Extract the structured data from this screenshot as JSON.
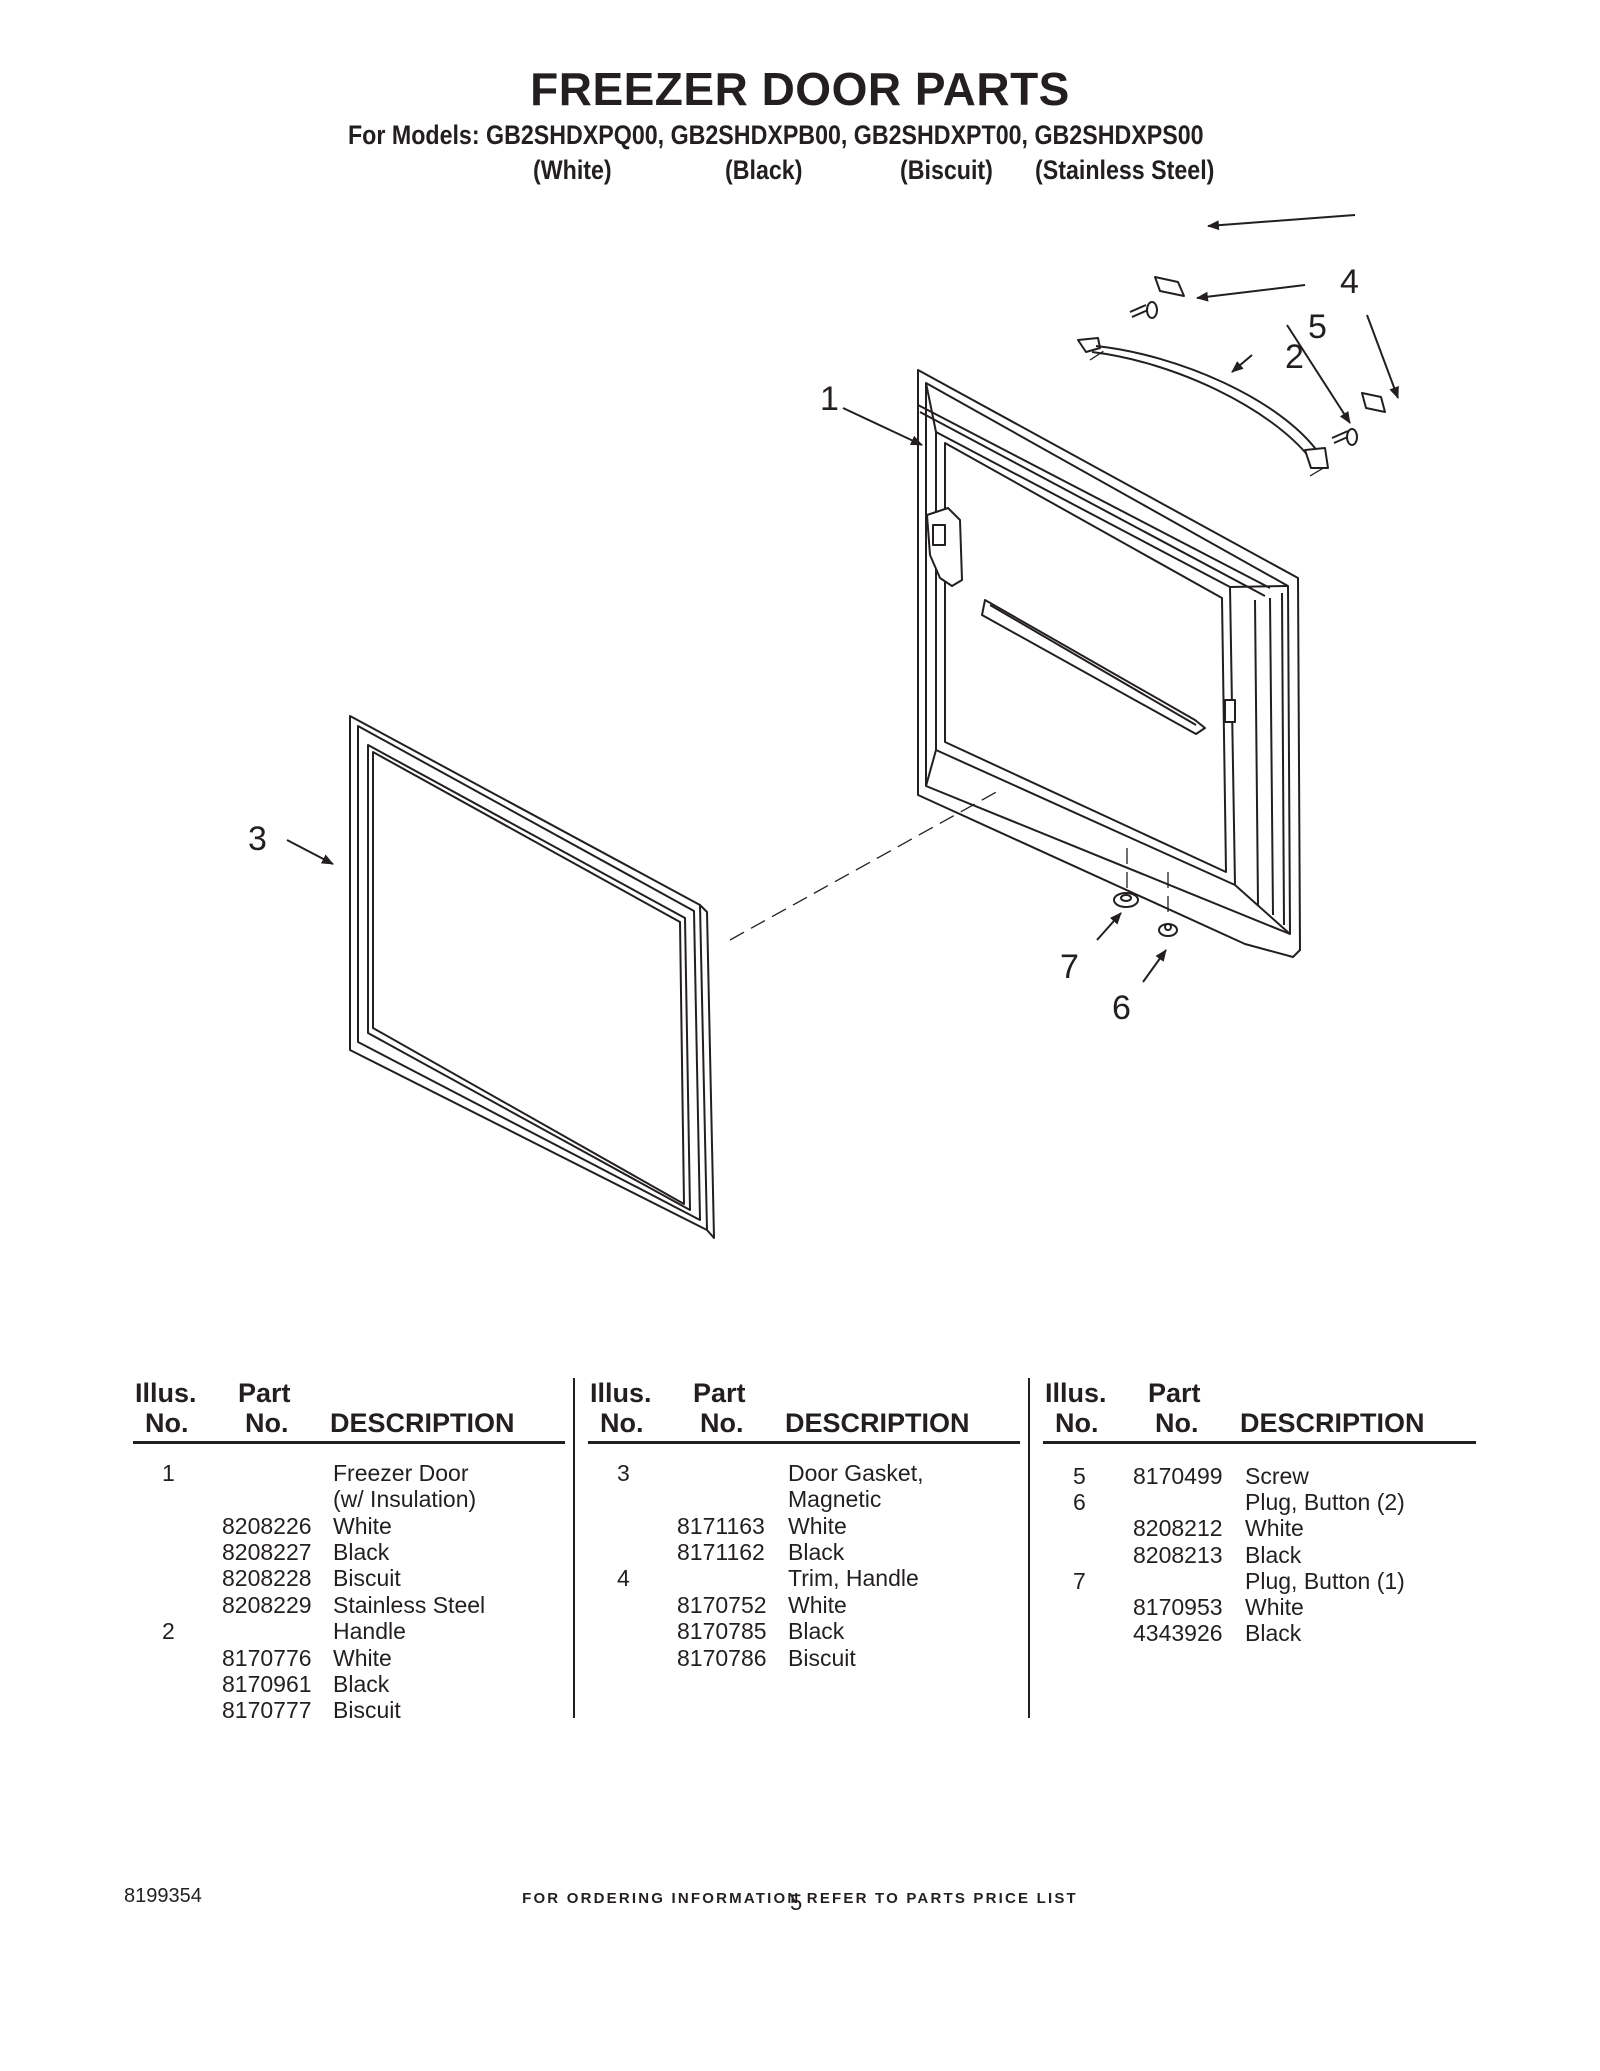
{
  "header": {
    "title": "FREEZER DOOR PARTS",
    "models_line": "For Models: GB2SHDXPQ00, GB2SHDXPB00, GB2SHDXPT00, GB2SHDXPS00",
    "finishes": [
      "(White)",
      "(Black)",
      "(Biscuit)",
      "(Stainless Steel)"
    ]
  },
  "diagram": {
    "callouts": [
      "1",
      "2",
      "3",
      "4",
      "5",
      "6",
      "7"
    ]
  },
  "parts_table": {
    "headers": {
      "illus_top": "Illus.",
      "illus_bottom": "No.",
      "part_top": "Part",
      "part_bottom": "No.",
      "description": "DESCRIPTION"
    },
    "columns": [
      {
        "rows": [
          {
            "illus": "1",
            "part": "",
            "description": "Freezer Door"
          },
          {
            "illus": "",
            "part": "",
            "description": "(w/ Insulation)"
          },
          {
            "illus": "",
            "part": "8208226",
            "description": "White"
          },
          {
            "illus": "",
            "part": "8208227",
            "description": "Black"
          },
          {
            "illus": "",
            "part": "8208228",
            "description": "Biscuit"
          },
          {
            "illus": "",
            "part": "8208229",
            "description": "Stainless Steel"
          },
          {
            "illus": "2",
            "part": "",
            "description": "Handle"
          },
          {
            "illus": "",
            "part": "8170776",
            "description": "White"
          },
          {
            "illus": "",
            "part": "8170961",
            "description": "Black"
          },
          {
            "illus": "",
            "part": "8170777",
            "description": "Biscuit"
          }
        ]
      },
      {
        "rows": [
          {
            "illus": "3",
            "part": "",
            "description": "Door Gasket,"
          },
          {
            "illus": "",
            "part": "",
            "description": "Magnetic"
          },
          {
            "illus": "",
            "part": "8171163",
            "description": "White"
          },
          {
            "illus": "",
            "part": "8171162",
            "description": "Black"
          },
          {
            "illus": "4",
            "part": "",
            "description": "Trim, Handle"
          },
          {
            "illus": "",
            "part": "8170752",
            "description": "White"
          },
          {
            "illus": "",
            "part": "8170785",
            "description": "Black"
          },
          {
            "illus": "",
            "part": "8170786",
            "description": "Biscuit"
          }
        ]
      },
      {
        "rows": [
          {
            "illus": "5",
            "part": "8170499",
            "description": "Screw"
          },
          {
            "illus": "6",
            "part": "",
            "description": "Plug, Button (2)"
          },
          {
            "illus": "",
            "part": "8208212",
            "description": "White"
          },
          {
            "illus": "",
            "part": "8208213",
            "description": "Black"
          },
          {
            "illus": "7",
            "part": "",
            "description": "Plug, Button (1)"
          },
          {
            "illus": "",
            "part": "8170953",
            "description": "White"
          },
          {
            "illus": "",
            "part": "4343926",
            "description": "Black"
          }
        ]
      }
    ]
  },
  "footer": {
    "ordering_note": "FOR ORDERING INFORMATION REFER TO PARTS PRICE LIST",
    "document_number": "8199354",
    "page_number": "5"
  }
}
